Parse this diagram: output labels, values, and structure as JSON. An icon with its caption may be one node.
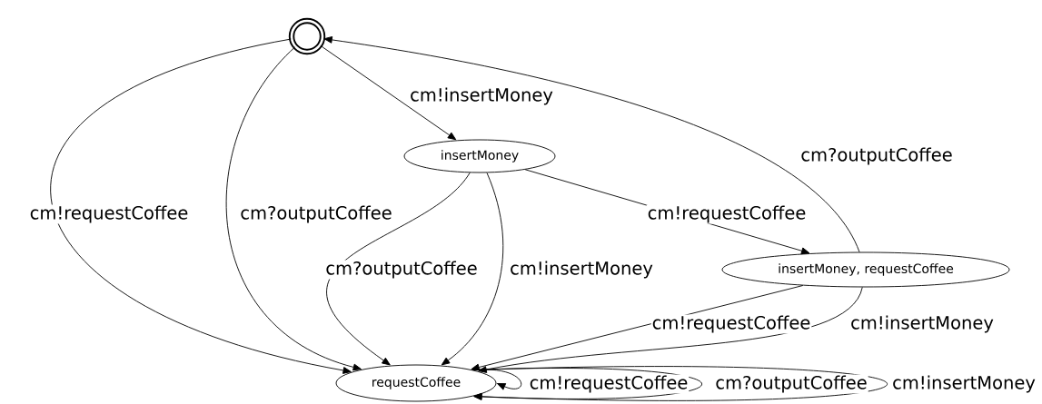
{
  "diagram": {
    "nodes": [
      {
        "text": [],
        "shape": "circle"
      },
      {
        "text": [
          "insertMoney"
        ]
      },
      {
        "text": [
          "insertMoney, requestCoffee"
        ]
      },
      {
        "text": [
          "requestCoffee"
        ]
      }
    ],
    "edges": [
      {
        "from": 0,
        "to": 1,
        "arrow": "to",
        "label": "cm!insertMoney"
      },
      {
        "from": 0,
        "to": 3,
        "arrow": "to",
        "label": "cm!requestCoffee"
      },
      {
        "from": 0,
        "to": 3,
        "arrow": "to",
        "label": "cm?outputCoffee"
      },
      {
        "from": 1,
        "to": 3,
        "arrow": "to",
        "label": "cm?outputCoffee"
      },
      {
        "from": 1,
        "to": 3,
        "arrow": "to",
        "label": "cm!insertMoney"
      },
      {
        "from": 1,
        "to": 2,
        "arrow": "to",
        "label": "cm!requestCoffee"
      },
      {
        "from": 2,
        "to": 0,
        "arrow": "to",
        "label": "cm?outputCoffee"
      },
      {
        "from": 2,
        "to": 3,
        "arrow": "to",
        "label": "cm!requestCoffee"
      },
      {
        "from": 2,
        "to": 3,
        "arrow": "to",
        "label": "cm!insertMoney"
      },
      {
        "from": 3,
        "to": 3,
        "arrow": "to",
        "label": "cm!requestCoffee"
      },
      {
        "from": 3,
        "to": 3,
        "arrow": "to",
        "label": "cm?outputCoffee"
      },
      {
        "from": 3,
        "to": 3,
        "arrow": "to",
        "label": "cm!insertMoney"
      }
    ]
  }
}
